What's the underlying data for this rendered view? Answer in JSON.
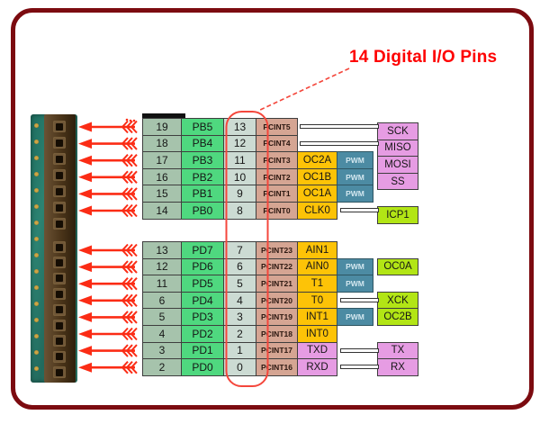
{
  "title": "14 Digital I/O Pins",
  "pwm_badge": "PWM",
  "colors": {
    "frame": "#7c0b10",
    "title_red": "#fe0000",
    "arrow_red": "#fb2c15",
    "outline_red": "#f4473c",
    "col_left": "#a6c3ac",
    "col_port": "#4fd87f",
    "col_pin": "#ccdbd3",
    "col_pcint": "#d5a593",
    "yellow": "#fdc307",
    "pink": "#e69ce3",
    "lime": "#b2e515",
    "pwm": "#4c8ba3"
  },
  "tables": {
    "top": [
      {
        "chip_pin": "19",
        "port": "PB5",
        "digital": "13",
        "pcint": "PCINT5",
        "alt": null,
        "alt_style": null,
        "pwm": false,
        "right": "SCK",
        "right_style": "pink",
        "connector": true
      },
      {
        "chip_pin": "18",
        "port": "PB4",
        "digital": "12",
        "pcint": "PCINT4",
        "alt": null,
        "alt_style": null,
        "pwm": false,
        "right": "MISO",
        "right_style": "pink",
        "connector": true
      },
      {
        "chip_pin": "17",
        "port": "PB3",
        "digital": "11",
        "pcint": "PCINT3",
        "alt": "OC2A",
        "alt_style": "yellow",
        "pwm": true,
        "right": "MOSI",
        "right_style": "pink",
        "connector": false
      },
      {
        "chip_pin": "16",
        "port": "PB2",
        "digital": "10",
        "pcint": "PCINT2",
        "alt": "OC1B",
        "alt_style": "yellow",
        "pwm": true,
        "right": "SS",
        "right_style": "pink",
        "connector": false
      },
      {
        "chip_pin": "15",
        "port": "PB1",
        "digital": "9",
        "pcint": "PCINT1",
        "alt": "OC1A",
        "alt_style": "yellow",
        "pwm": true,
        "right": null,
        "right_style": null,
        "connector": false
      },
      {
        "chip_pin": "14",
        "port": "PB0",
        "digital": "8",
        "pcint": "PCINT0",
        "alt": "CLK0",
        "alt_style": "yellow",
        "pwm": false,
        "right": "ICP1",
        "right_style": "lime",
        "connector": true
      }
    ],
    "bottom": [
      {
        "chip_pin": "13",
        "port": "PD7",
        "digital": "7",
        "pcint": "PCINT23",
        "alt": "AIN1",
        "alt_style": "yellow",
        "pwm": false,
        "right": null,
        "right_style": null,
        "connector": false
      },
      {
        "chip_pin": "12",
        "port": "PD6",
        "digital": "6",
        "pcint": "PCINT22",
        "alt": "AIN0",
        "alt_style": "yellow",
        "pwm": true,
        "right": "OC0A",
        "right_style": "lime",
        "connector": false
      },
      {
        "chip_pin": "11",
        "port": "PD5",
        "digital": "5",
        "pcint": "PCINT21",
        "alt": "T1",
        "alt_style": "yellow",
        "pwm": true,
        "right": null,
        "right_style": null,
        "connector": false
      },
      {
        "chip_pin": "6",
        "port": "PD4",
        "digital": "4",
        "pcint": "PCINT20",
        "alt": "T0",
        "alt_style": "yellow",
        "pwm": false,
        "right": "XCK",
        "right_style": "lime",
        "connector": true
      },
      {
        "chip_pin": "5",
        "port": "PD3",
        "digital": "3",
        "pcint": "PCINT19",
        "alt": "INT1",
        "alt_style": "yellow",
        "pwm": true,
        "right": "OC2B",
        "right_style": "lime",
        "connector": false
      },
      {
        "chip_pin": "4",
        "port": "PD2",
        "digital": "2",
        "pcint": "PCINT18",
        "alt": "INT0",
        "alt_style": "yellow",
        "pwm": false,
        "right": null,
        "right_style": null,
        "connector": false
      },
      {
        "chip_pin": "3",
        "port": "PD1",
        "digital": "1",
        "pcint": "PCINT17",
        "alt": "TXD",
        "alt_style": "pink",
        "pwm": false,
        "right": "TX",
        "right_style": "pink",
        "connector": true
      },
      {
        "chip_pin": "2",
        "port": "PD0",
        "digital": "0",
        "pcint": "PCINT16",
        "alt": "RXD",
        "alt_style": "pink",
        "pwm": false,
        "right": "RX",
        "right_style": "pink",
        "connector": true
      }
    ]
  }
}
